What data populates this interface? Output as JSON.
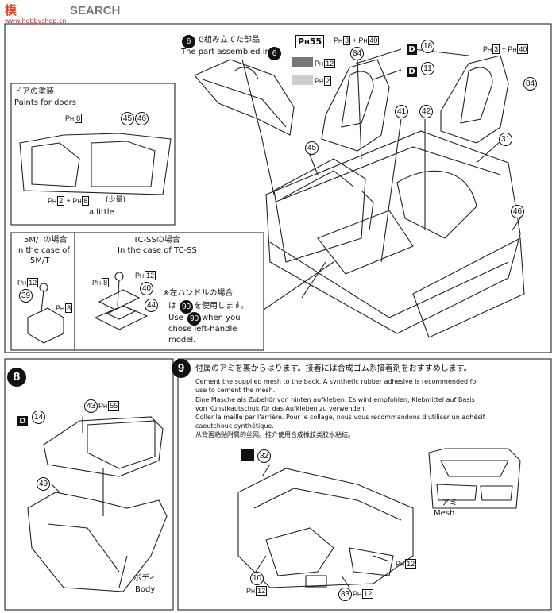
{
  "header": {
    "logo_text": "SEARCH",
    "logo_prefix_glyph": "模",
    "site_url": "www.hobbyshop.cn"
  },
  "step7": {
    "callout_part": "6",
    "callout_jp": "で組み立てた部品",
    "callout_en": "The part assembled in",
    "paint_ph55": "55",
    "ph3_ph40": {
      "a": "3",
      "b": "40"
    },
    "swatch1": "12",
    "swatch2": "2",
    "d18": "18",
    "d11": "11",
    "seat_part": "84",
    "p41": "41",
    "p42": "42",
    "p31": "31",
    "p45": "45",
    "p46": "46",
    "door_box": {
      "title_jp": "ドアの塗装",
      "title_en": "Paints for doors",
      "ph8": "8",
      "p45_46": "45",
      "p46b": "46",
      "ph2": "2",
      "ph8b": "8",
      "little_jp": "(少量)",
      "little_en": "a little"
    },
    "mt_box": {
      "title_jp": "5M/Tの場合",
      "title_en1": "In the case of",
      "title_en2": "5M/T",
      "ph12": "12",
      "p39": "39",
      "ph8": "8"
    },
    "tc_box": {
      "title_jp": "TC-SSの場合",
      "title_en": "In the case of TC-SS",
      "ph8": "8",
      "ph12": "12",
      "p40": "40",
      "p44": "44",
      "note_jp1": "※左ハンドルの場合",
      "note_jp2": "は",
      "note_90": "90",
      "note_jp3": "を使用します。",
      "note_en1": "Use",
      "note_en2": "when you",
      "note_en3": "chose left-handle",
      "note_en4": "model."
    }
  },
  "step8": {
    "number": "8",
    "d14": "14",
    "p43": "43",
    "ph55": "55",
    "p49": "49",
    "body_jp": "ボディ",
    "body_en": "Body"
  },
  "step9": {
    "number": "9",
    "text_jp": "付属のアミを裏からはります。接着には合成ゴム系接着剤をおすすめします。",
    "text_en1": "Cement the supplied mesh to the back. A synthetic rubber adhesive is recommended for",
    "text_en2": "use to cement the mesh.",
    "text_de1": "Eine Masche als Zubehör von hinten aufkleben. Es wird empfohlen, Klebmittel auf Basis",
    "text_de2": "von Kunstkautschuk für das Aufkleben zu verwenden.",
    "text_fr1": "Coller la maille par l'arrière. Pour le collage, nous vous recommandons d'utiliser un adhésif",
    "text_fr2": " caoutchouc synthétique.",
    "text_cn": "从背面粘贴附属的丝网。推介使用合成橡胶类胶水粘结。",
    "p82": "82",
    "mesh_jp": "アミ",
    "mesh_en": "Mesh",
    "p10": "10",
    "ph12a": "12",
    "ph12b": "12",
    "p83": "83",
    "ph12c": "12"
  }
}
